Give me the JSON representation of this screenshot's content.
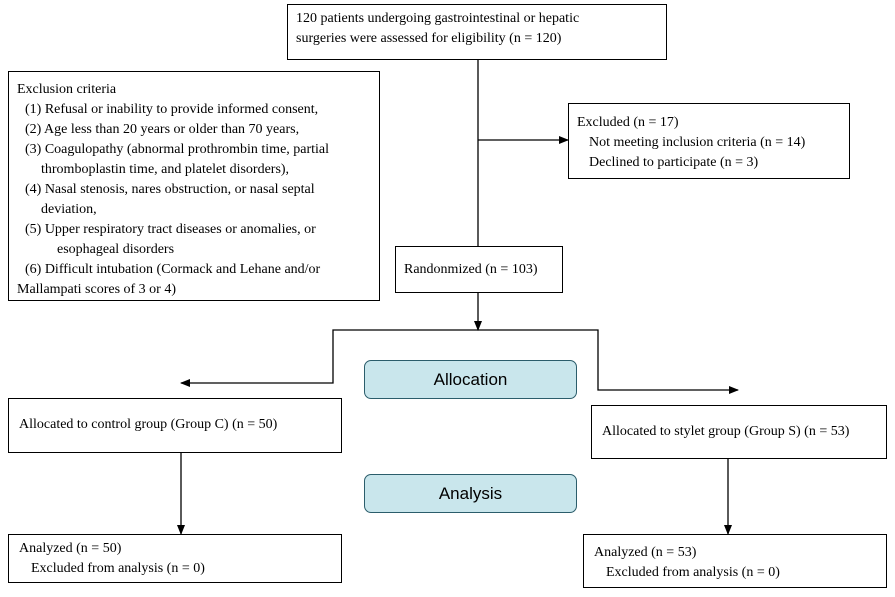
{
  "assessed": {
    "lines": [
      "120 patients undergoing gastrointestinal or hepatic",
      "surgeries were assessed for eligibility (n = 120)"
    ]
  },
  "exclusion_criteria": {
    "title": "Exclusion criteria",
    "items": [
      [
        "(1) Refusal or inability to provide informed consent,"
      ],
      [
        "(2) Age less than 20 years or older than 70 years,"
      ],
      [
        "(3) Coagulopathy (abnormal prothrombin time, partial",
        "thromboplastin time, and platelet disorders),"
      ],
      [
        "(4) Nasal stenosis, nares obstruction, or nasal septal",
        "deviation,"
      ],
      [
        "(5) Upper respiratory tract diseases or anomalies, or",
        "esophageal disorders"
      ],
      [
        "(6) Difficult intubation (Cormack and Lehane and/or",
        "Mallampati scores of 3 or 4)"
      ]
    ]
  },
  "excluded": {
    "title": "Excluded (n = 17)",
    "reasons": [
      "Not meeting inclusion criteria (n = 14)",
      "Declined to participate (n = 3)"
    ]
  },
  "randomized": {
    "label": "Randonmized (n = 103)"
  },
  "stages": {
    "allocation": "Allocation",
    "analysis": "Analysis"
  },
  "control": {
    "allocated": "Allocated to control group (Group C)  (n = 50)",
    "analyzed": "Analyzed (n = 50)",
    "excluded_from_analysis": "Excluded from analysis (n = 0)"
  },
  "stylet": {
    "allocated": "Allocated to stylet group (Group S) (n = 53)",
    "analyzed": "Analyzed (n = 53)",
    "excluded_from_analysis": "Excluded from analysis (n = 0)"
  }
}
